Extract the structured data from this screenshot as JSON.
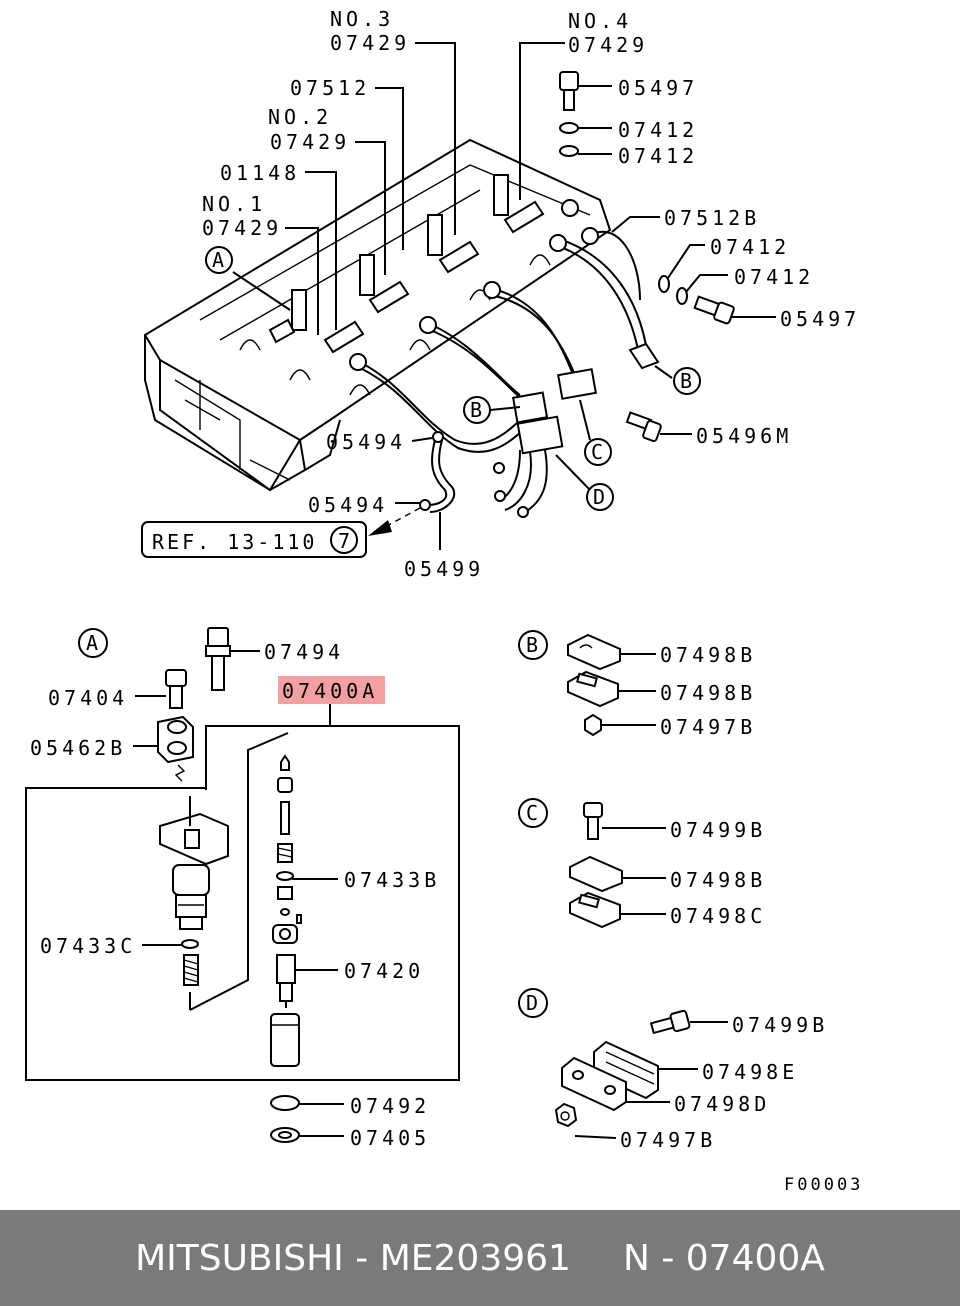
{
  "diagram": {
    "labels": {
      "no3": "NO.3",
      "p07429_no3": "07429",
      "no4": "NO.4",
      "p07429_no4": "07429",
      "p07512": "07512",
      "no2": "NO.2",
      "p07429_no2": "07429",
      "p01148": "01148",
      "no1": "NO.1",
      "p07429_no1": "07429",
      "p05497_top": "05497",
      "p07412_a": "07412",
      "p07412_b": "07412",
      "p07512b": "07512B",
      "p07412_c": "07412",
      "p07412_d": "07412",
      "p05497_right": "05497",
      "p05496m": "05496M",
      "p05494_a": "05494",
      "p05494_b": "05494",
      "ref": "REF. 13-110",
      "ref_num": "7",
      "p05499": "05499",
      "callout_a": "A",
      "callout_b": "B",
      "callout_c": "C",
      "callout_d": "D",
      "p07494": "07494",
      "p07400a": "07400A",
      "p07404": "07404",
      "p05462b": "05462B",
      "p07433b": "07433B",
      "p07433c": "07433C",
      "p07420": "07420",
      "p07492": "07492",
      "p07405": "07405",
      "p07498b_1": "07498B",
      "p07498b_2": "07498B",
      "p07497b_1": "07497B",
      "p07499b_1": "07499B",
      "p07498b_3": "07498B",
      "p07498c": "07498C",
      "p07499b_2": "07499B",
      "p07498e": "07498E",
      "p07498d": "07498D",
      "p07497b_2": "07497B",
      "figure_code": "F00003"
    },
    "highlight_color": "#f4a0a0"
  },
  "footer": {
    "brand": "MITSUBISHI",
    "separator": "-",
    "part_number": "ME203961",
    "n_prefix": "N",
    "n_separator": "-",
    "n_code": "07400A"
  }
}
